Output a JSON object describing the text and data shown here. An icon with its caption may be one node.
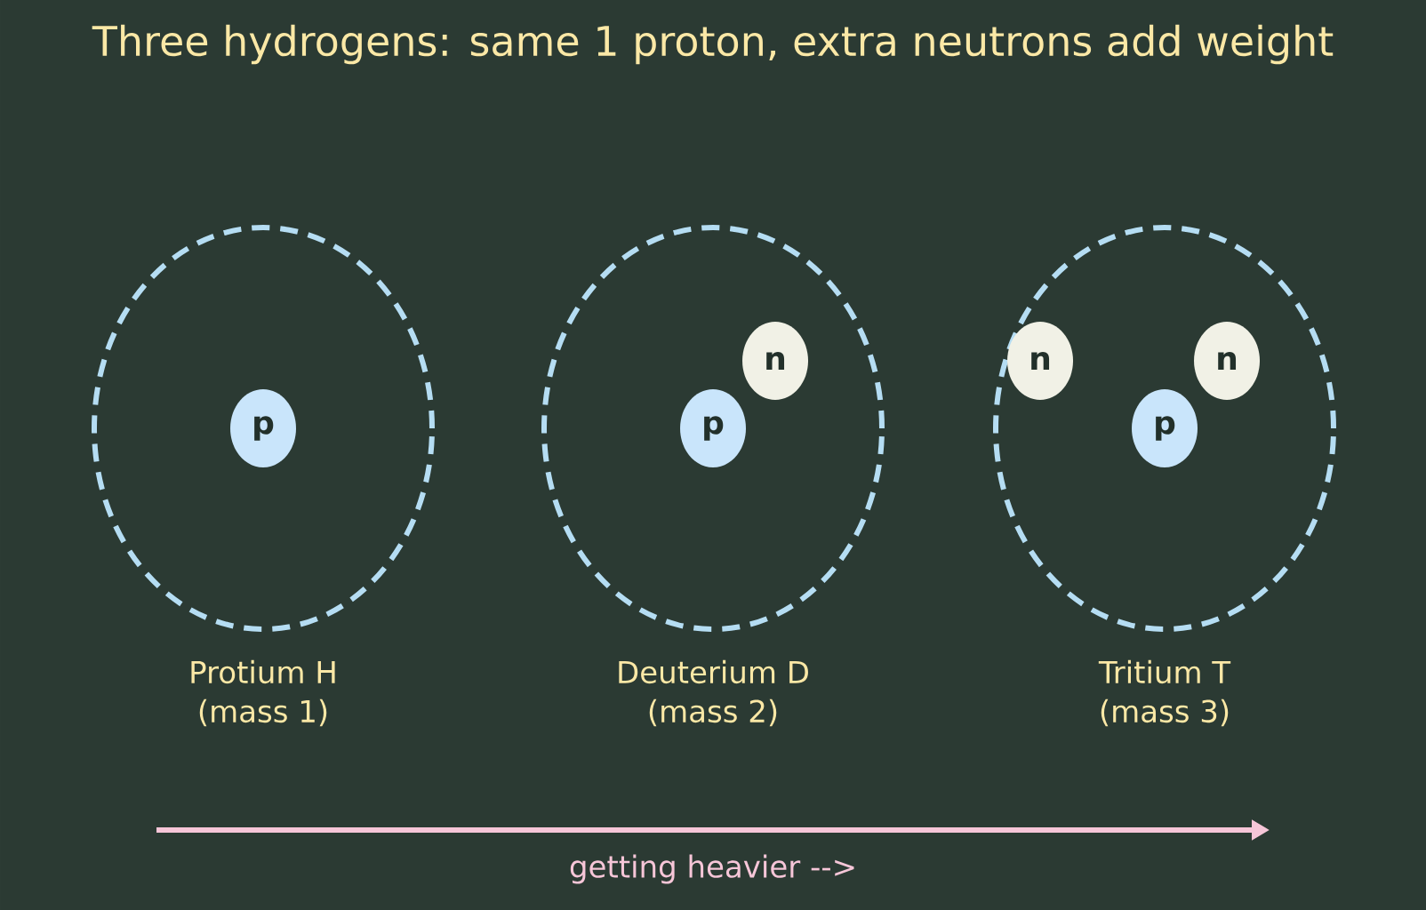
{
  "diagram": {
    "title": "Three hydrogens: same 1 proton, extra neutrons add weight",
    "nodes": [
      {
        "text": [],
        "shape": "circle",
        "beside": [
          "Protium  H",
          "(mass 1)"
        ]
      },
      {
        "text": [
          "p"
        ],
        "in": 0
      },
      {
        "text": [],
        "shape": "circle",
        "beside": [
          "Deuterium  D",
          "(mass 2)"
        ]
      },
      {
        "text": [
          "p"
        ],
        "in": 2
      },
      {
        "text": [
          "n"
        ],
        "in": 2
      },
      {
        "text": [],
        "shape": "circle",
        "beside": [
          "Tritium  T",
          "(mass 3)"
        ]
      },
      {
        "text": [
          "n"
        ],
        "in": 5
      },
      {
        "text": [
          "p"
        ],
        "in": 5
      },
      {
        "text": [
          "n"
        ],
        "in": 5
      }
    ],
    "labels": [
      "getting heavier  -->"
    ]
  }
}
